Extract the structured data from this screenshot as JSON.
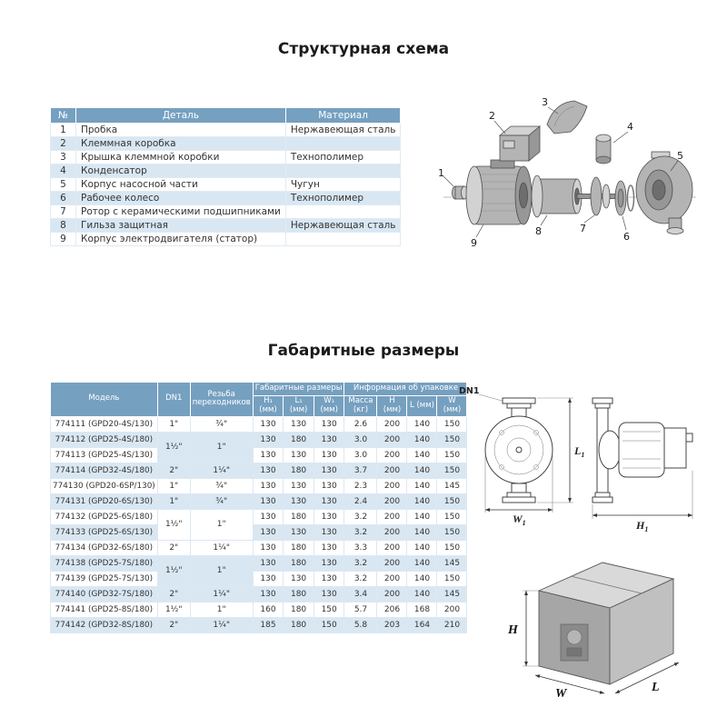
{
  "colors": {
    "header_bg": "#76a0c0",
    "row_alt": "#d9e7f2",
    "border": "#dce8f2"
  },
  "section1": {
    "title": "Структурная схема",
    "table": {
      "headers": [
        "№",
        "Деталь",
        "Материал"
      ],
      "rows": [
        [
          "1",
          "Пробка",
          "Нержавеющая сталь"
        ],
        [
          "2",
          "Клеммная коробка",
          ""
        ],
        [
          "3",
          "Крышка клеммной коробки",
          "Технополимер"
        ],
        [
          "4",
          "Конденсатор",
          ""
        ],
        [
          "5",
          "Корпус насосной части",
          "Чугун"
        ],
        [
          "6",
          "Рабочее колесо",
          "Технополимер"
        ],
        [
          "7",
          "Ротор с керамическими подшипниками",
          ""
        ],
        [
          "8",
          "Гильза защитная",
          "Нержавеющая сталь"
        ],
        [
          "9",
          "Корпус электродвигателя (статор)",
          ""
        ]
      ]
    },
    "diagram": {
      "labels": [
        "1",
        "2",
        "3",
        "4",
        "5",
        "6",
        "7",
        "8",
        "9"
      ]
    }
  },
  "section2": {
    "title": "Габаритные размеры",
    "table": {
      "header": {
        "model": "Модель",
        "dn1": "DN1",
        "thread": "Резьба переходников",
        "dims_group": "Габаритные размеры",
        "pack_group": "Информация об упаковке",
        "h1": "H₁ (мм)",
        "l1": "L₁ (мм)",
        "w1": "W₁ (мм)",
        "mass": "Масса (кг)",
        "h": "H (мм)",
        "l": "L (мм)",
        "w": "W (мм)"
      },
      "rows": [
        {
          "model": "774111 (GPD20-4S/130)",
          "dn1": "1\"",
          "thread": "¾\"",
          "vals": [
            "130",
            "130",
            "130",
            "2.6",
            "200",
            "140",
            "150"
          ]
        },
        {
          "model": "774112 (GPD25-4S/180)",
          "dn1": "1½\"",
          "dn1_span": 2,
          "thread": "1\"",
          "thread_span": 2,
          "vals": [
            "130",
            "180",
            "130",
            "3.0",
            "200",
            "140",
            "150"
          ]
        },
        {
          "model": "774113 (GPD25-4S/130)",
          "dn1": null,
          "thread": null,
          "vals": [
            "130",
            "130",
            "130",
            "3.0",
            "200",
            "140",
            "150"
          ]
        },
        {
          "model": "774114 (GPD32-4S/180)",
          "dn1": "2\"",
          "thread": "1¼\"",
          "vals": [
            "130",
            "180",
            "130",
            "3.7",
            "200",
            "140",
            "150"
          ]
        },
        {
          "model": "774130 (GPD20-6SP/130)",
          "dn1": "1\"",
          "thread": "¾\"",
          "vals": [
            "130",
            "130",
            "130",
            "2.3",
            "200",
            "140",
            "145"
          ]
        },
        {
          "model": "774131 (GPD20-6S/130)",
          "dn1": "1\"",
          "thread": "¾\"",
          "vals": [
            "130",
            "130",
            "130",
            "2.4",
            "200",
            "140",
            "150"
          ]
        },
        {
          "model": "774132 (GPD25-6S/180)",
          "dn1": "1½\"",
          "dn1_span": 2,
          "thread": "1\"",
          "thread_span": 2,
          "vals": [
            "130",
            "180",
            "130",
            "3.2",
            "200",
            "140",
            "150"
          ]
        },
        {
          "model": "774133 (GPD25-6S/130)",
          "dn1": null,
          "thread": null,
          "vals": [
            "130",
            "130",
            "130",
            "3.2",
            "200",
            "140",
            "150"
          ]
        },
        {
          "model": "774134 (GPD32-6S/180)",
          "dn1": "2\"",
          "thread": "1¼\"",
          "vals": [
            "130",
            "180",
            "130",
            "3.3",
            "200",
            "140",
            "150"
          ]
        },
        {
          "model": "774138 (GPD25-7S/180)",
          "dn1": "1½\"",
          "dn1_span": 2,
          "thread": "1\"",
          "thread_span": 2,
          "vals": [
            "130",
            "180",
            "130",
            "3.2",
            "200",
            "140",
            "145"
          ]
        },
        {
          "model": "774139 (GPD25-7S/130)",
          "dn1": null,
          "thread": null,
          "vals": [
            "130",
            "130",
            "130",
            "3.2",
            "200",
            "140",
            "150"
          ]
        },
        {
          "model": "774140 (GPD32-7S/180)",
          "dn1": "2\"",
          "thread": "1¼\"",
          "vals": [
            "130",
            "180",
            "130",
            "3.4",
            "200",
            "140",
            "145"
          ]
        },
        {
          "model": "774141 (GPD25-8S/180)",
          "dn1": "1½\"",
          "thread": "1\"",
          "vals": [
            "160",
            "180",
            "150",
            "5.7",
            "206",
            "168",
            "200"
          ]
        },
        {
          "model": "774142 (GPD32-8S/180)",
          "dn1": "2\"",
          "thread": "1¼\"",
          "vals": [
            "185",
            "180",
            "150",
            "5.8",
            "203",
            "164",
            "210"
          ]
        }
      ]
    },
    "drawings": {
      "dn1": "DN1",
      "l1_main": "L",
      "l1_sub": "1",
      "w1_main": "W",
      "w1_sub": "1",
      "h1_main": "H",
      "h1_sub": "1",
      "box_h": "H",
      "box_w": "W",
      "box_l": "L"
    }
  }
}
